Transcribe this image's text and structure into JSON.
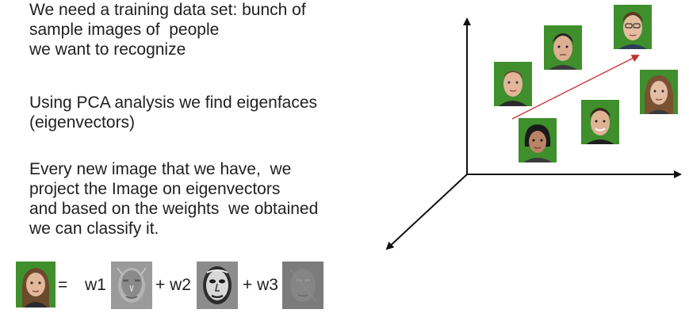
{
  "text": {
    "block1": [
      "We need a training data set: bunch of",
      "sample images of  people",
      "we want to recognize"
    ],
    "block2": [
      "Using PCA analysis we find eigenfaces",
      "(eigenvectors)"
    ],
    "block3": [
      "Every new image that we have,  we",
      "project the Image on eigenvectors",
      "and based on the weights  we obtained",
      "we can classify it."
    ]
  },
  "equation": {
    "equals": "=",
    "w1": "w1",
    "plus_w2": "+ w2",
    "plus_w3": "+ w3"
  },
  "colors": {
    "face_background": "#3f8f2c",
    "arrow": "#c0322e",
    "axes": "#111111"
  },
  "icons": {
    "face": "face-photo",
    "eigenface": "eigenface-image"
  }
}
